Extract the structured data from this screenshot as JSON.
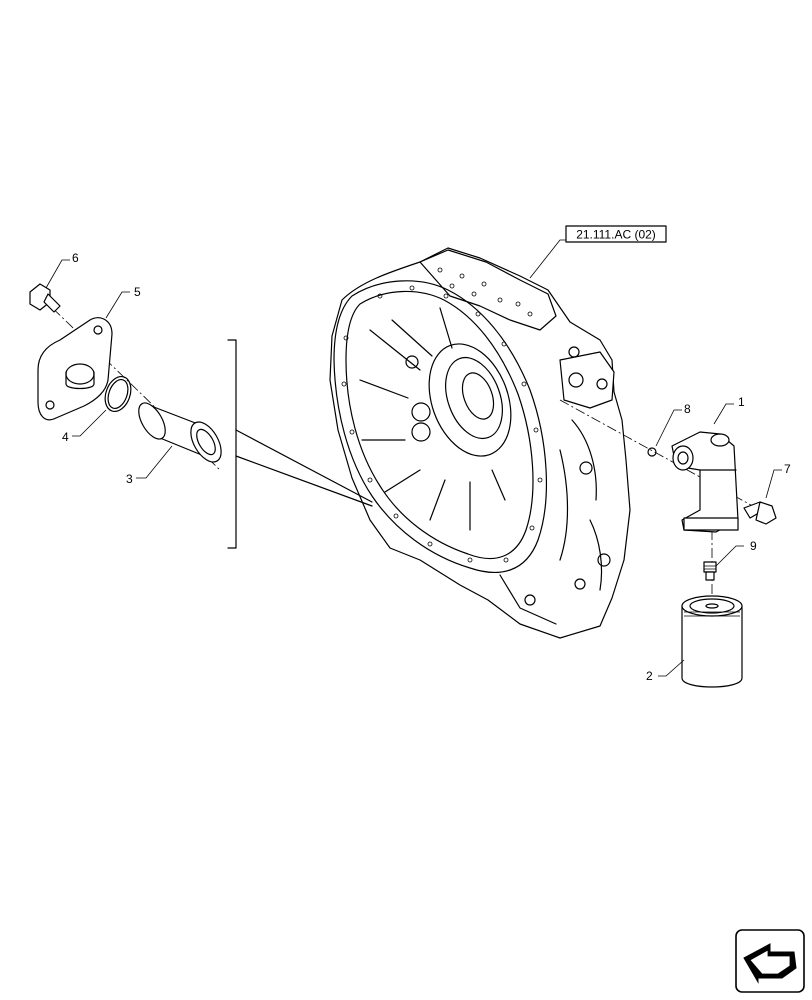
{
  "diagram": {
    "reference_label": "21.111.AC (02)",
    "callouts": {
      "c1": "1",
      "c2": "2",
      "c3": "3",
      "c4": "4",
      "c5": "5",
      "c6": "6",
      "c7": "7",
      "c8": "8",
      "c9": "9"
    }
  },
  "nav": {
    "icon": "next-page-arrow-icon"
  }
}
